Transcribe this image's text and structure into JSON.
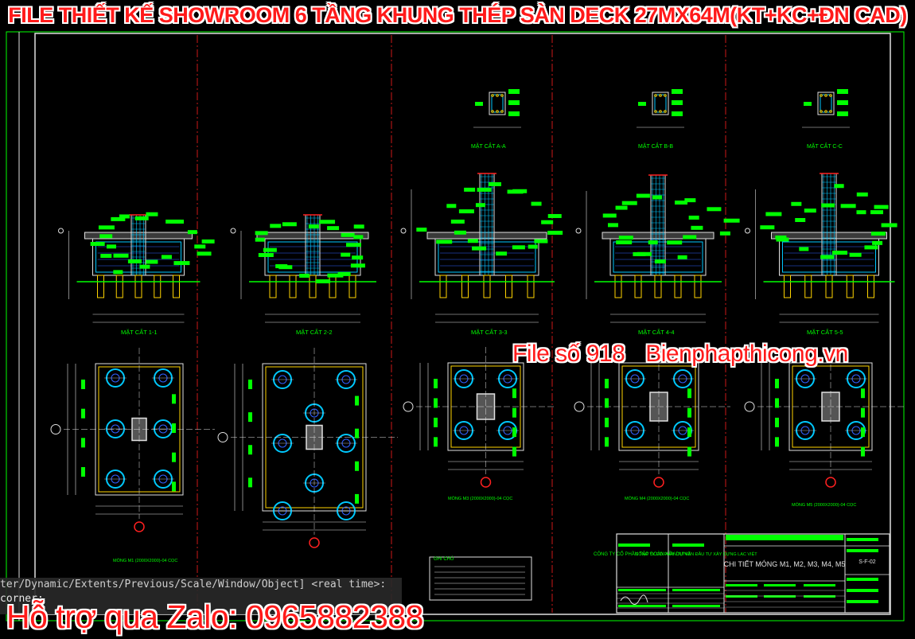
{
  "banner_title": "FILE THIẾT KẾ SHOWROOM 6 TẦNG KHUNG THÉP SÀN DECK  27MX64M(KT+KC+ĐN CAD)",
  "watermark": {
    "file_no": "File số 918",
    "site": "Bienphapthicong.vn"
  },
  "contact": "Hỗ trợ qua Zalo: 0965882388",
  "command_line": {
    "history": "ter/Dynamic/Extents/Previous/Scale/Window/Object] <real time>:",
    "prompt": "corner:"
  },
  "sections_top": [
    "MẶT CẮT A-A",
    "MẶT CẮT B-B",
    "MẶT CẮT C-C"
  ],
  "sections_mid": [
    "MẶT CẮT 1-1",
    "MẶT CẮT 2-2",
    "MẶT CẮT 3-3",
    "MẶT CẮT 4-4",
    "MẶT CẮT 5-5"
  ],
  "plan_labels": [
    "MÓNG M1 (2000X2000)-04 CỌC",
    "MÓNG M3 (2000X2000)-04 CỌC",
    "MÓNG M4 (2000X2000)-04 CỌC",
    "MÓNG M5 (2000X2000)-04 CỌC"
  ],
  "notes_title": "GHI CHÚ",
  "title_block": {
    "company_1": "CÔNG TY CỔ PHẦN TẬP ĐOÀN XÂY DỰNG",
    "company_2": "CÔNG TY CỔ PHẦN TƯ VẤN ĐẦU TƯ XÂY DỰNG LẠC VIỆT",
    "drawing_title": "CHI TIẾT MÓNG M1, M2, M3, M4, M5",
    "drawing_no": "S-F-02"
  },
  "colors": {
    "cad_green": "#00ff00",
    "cad_cyan": "#00c8ff",
    "cad_red": "#ff2020",
    "cad_white": "#e0e0e0",
    "cad_yellow": "#ffd400",
    "cad_blue": "#3060ff",
    "watermark_red": "#ff1a1a"
  }
}
